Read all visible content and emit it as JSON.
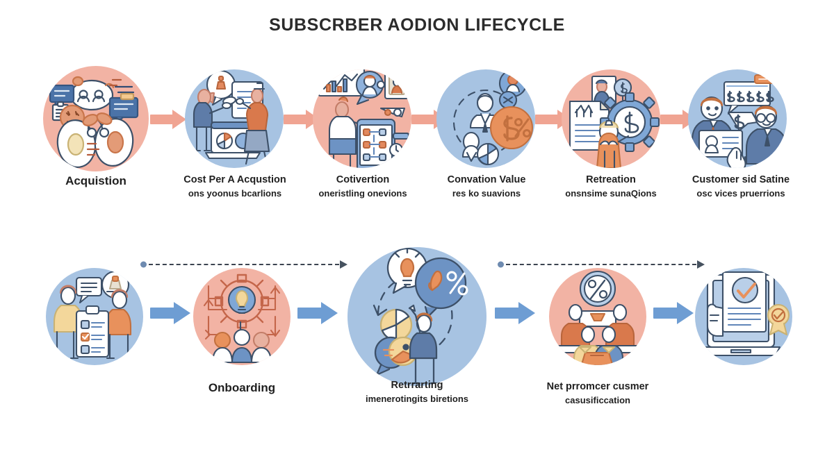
{
  "header": {
    "title": "SUBSCRBER AODION LIFECYCLE"
  },
  "theme": {
    "salmon_circle": "#F2B3A4",
    "blue_circle": "#A7C3E2",
    "salmon_arrow": "#F0A492",
    "blue_arrow": "#6E9DD3",
    "orange_accent": "#E8915C",
    "stroke": "#3d5068",
    "dashed_line": "#3b4450",
    "background": "#FFFFFF",
    "text": "#1f1f1f"
  },
  "row1": {
    "steps": [
      {
        "id": "acquisition",
        "circle": "salmon",
        "icon": "people-thought-cloud-icon",
        "label_line1": "Acquistion",
        "label_line2": "",
        "emphasis": "big"
      },
      {
        "id": "cost-per-acquisition",
        "circle": "blue",
        "icon": "presentation-analytics-icon",
        "label_line1": "Cost Per A Acqustion",
        "label_line2": "ons yoonus bcarlions",
        "emphasis": "normal"
      },
      {
        "id": "conversion",
        "circle": "salmon",
        "icon": "mobile-workflow-chart-icon",
        "label_line1": "Cotivertion",
        "label_line2": "oneristling onevions",
        "emphasis": "normal"
      },
      {
        "id": "conversion-value",
        "circle": "blue",
        "icon": "customer-network-dollar-icon",
        "label_line1": "Convation Value",
        "label_line2": "res ko suavions",
        "emphasis": "normal"
      },
      {
        "id": "retention",
        "circle": "salmon",
        "icon": "contract-gear-dollar-icon",
        "label_line1": "Retreation",
        "label_line2": "onsnsime sunaQions",
        "emphasis": "normal"
      },
      {
        "id": "customer-satisfaction",
        "circle": "blue",
        "icon": "customers-pricing-card-icon",
        "label_line1": "Customer sid Satine",
        "label_line2": "osc vices pruerrions",
        "emphasis": "normal"
      }
    ],
    "arrows": [
      {
        "id": "arrow-1",
        "color": "salmon"
      },
      {
        "id": "arrow-2",
        "color": "salmon"
      },
      {
        "id": "arrow-3",
        "color": "salmon"
      },
      {
        "id": "arrow-4",
        "color": "salmon"
      },
      {
        "id": "arrow-5",
        "color": "salmon"
      }
    ]
  },
  "row2": {
    "steps": [
      {
        "id": "survey",
        "circle": "blue",
        "icon": "checklist-feedback-icon",
        "label_line1": "",
        "label_line2": "",
        "emphasis": "normal"
      },
      {
        "id": "onboarding",
        "circle": "salmon",
        "icon": "gear-idea-team-icon",
        "label_line1": "Onboarding",
        "label_line2": "",
        "emphasis": "big"
      },
      {
        "id": "retargeting",
        "circle": "blue",
        "icon": "idea-percent-cycle-icon",
        "label_line1": "Retrrarting",
        "label_line2": "imenerotingits biretions",
        "emphasis": "normal"
      },
      {
        "id": "net-promoter",
        "circle": "salmon",
        "icon": "meeting-balance-icon",
        "label_line1": "Net prromcer cusmer",
        "label_line2": "casusificcation",
        "emphasis": "normal"
      },
      {
        "id": "approval",
        "circle": "blue",
        "icon": "tablet-approved-doc-icon",
        "label_line1": "",
        "label_line2": "",
        "emphasis": "normal"
      }
    ],
    "arrows": [
      {
        "id": "arrow-6",
        "color": "blue"
      },
      {
        "id": "arrow-7",
        "color": "blue"
      },
      {
        "id": "arrow-8",
        "color": "blue"
      },
      {
        "id": "arrow-9",
        "color": "blue"
      }
    ],
    "dashed_connectors": [
      {
        "id": "dashed-connector-left",
        "direction": "right"
      },
      {
        "id": "dashed-connector-right",
        "direction": "right"
      }
    ]
  }
}
